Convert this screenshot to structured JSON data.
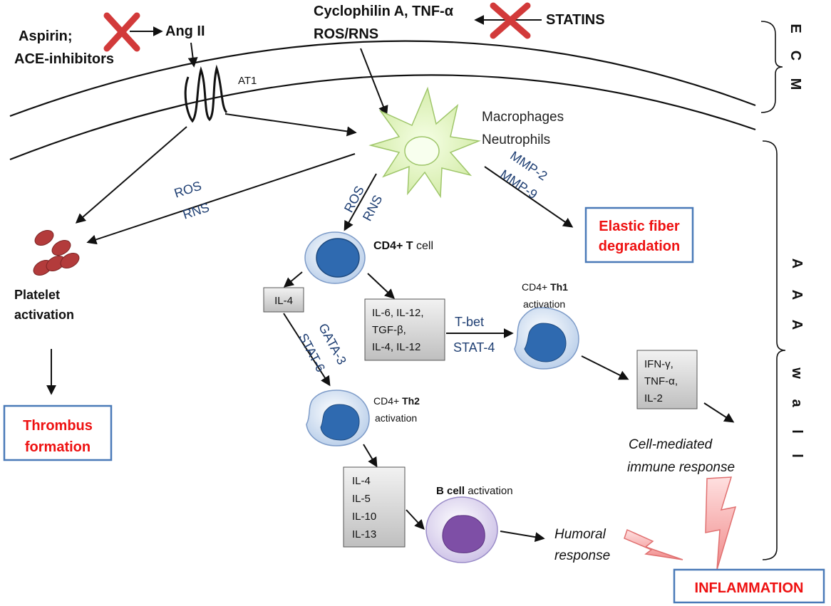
{
  "drugs": {
    "aspirin_line1": "Aspirin;",
    "aspirin_line2": "ACE-inhibitors",
    "statins": "STATINS"
  },
  "stimuli": {
    "ang2": "Ang II",
    "cyclophilin_line1": "Cyclophilin A, TNF-α",
    "cyclophilin_line2": "ROS/RNS"
  },
  "receptor": {
    "label": "AT1"
  },
  "macrophage": {
    "line1": "Macrophages",
    "line2": "Neutrophils"
  },
  "edges": {
    "ros_left_1": "ROS",
    "ros_left_2": "RNS",
    "ros_mid_1": "ROS",
    "ros_mid_2": "RNS",
    "mmp_1": "MMP-2",
    "mmp_2": "MMP-9",
    "gata_1": "GATA-3",
    "gata_2": "STAT-6",
    "tbet_1": "T-bet",
    "tbet_2": "STAT-4"
  },
  "platelet": {
    "line1": "Platelet",
    "line2": "activation",
    "outcome_line1": "Thrombus",
    "outcome_line2": "formation"
  },
  "elastic": {
    "line1": "Elastic fiber",
    "line2": "degradation"
  },
  "cd4": {
    "bold": "CD4+ T",
    "rest": " cell"
  },
  "il4_box": "IL-4",
  "cytokine_box": [
    "IL-6, IL-12,",
    "TGF-β,",
    "IL-4, IL-12"
  ],
  "th1": {
    "line1_a": "CD4+ ",
    "line1_b": "Th1",
    "line2": "activation"
  },
  "th2": {
    "line1_a": "CD4+ ",
    "line1_b": "Th2",
    "line2": "activation"
  },
  "th1_box": [
    "IFN-γ,",
    "TNF-α,",
    "IL-2"
  ],
  "th2_box": [
    "IL-4",
    "IL-5",
    "IL-10",
    "IL-13"
  ],
  "bcell": {
    "bold": "B cell",
    "rest": " activation"
  },
  "cell_mediated": {
    "line1": "Cell-mediated",
    "line2": "immune response"
  },
  "humoral": {
    "line1": "Humoral",
    "line2": "response"
  },
  "inflammation": "INFLAMMATION",
  "regions": {
    "ecm": [
      "E",
      "C",
      "M"
    ],
    "aaa": [
      "A",
      "A",
      "A"
    ],
    "wall": [
      "w",
      "a",
      "l",
      "l"
    ]
  }
}
